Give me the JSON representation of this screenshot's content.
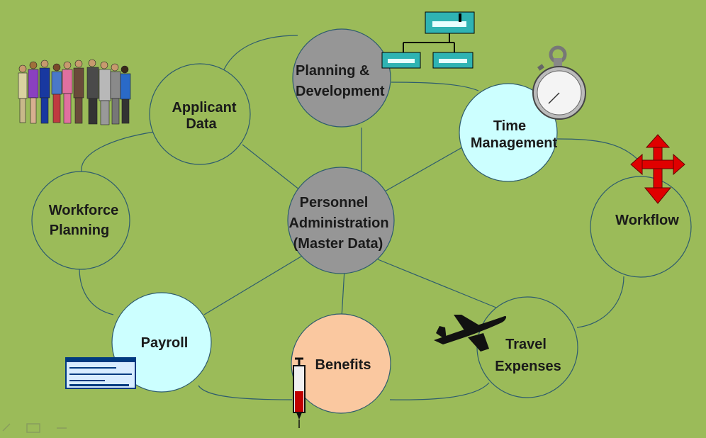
{
  "diagram": {
    "background": "#9bbb59",
    "line_color": "#2e5c6e",
    "nodes": [
      {
        "id": "planning",
        "lines": [
          "Planning &",
          "Development"
        ],
        "fill": "#969696"
      },
      {
        "id": "applicant",
        "lines": [
          "Applicant",
          "Data"
        ],
        "fill": "#9bbb59"
      },
      {
        "id": "time",
        "lines": [
          "Time",
          "Management"
        ],
        "fill": "#ccffff"
      },
      {
        "id": "workforce",
        "lines": [
          "Workforce",
          "Planning"
        ],
        "fill": "#9bbb59"
      },
      {
        "id": "workflow",
        "lines": [
          "Workflow"
        ],
        "fill": "#9bbb59"
      },
      {
        "id": "personnel",
        "lines": [
          "Personnel",
          "Administration",
          "(Master Data)"
        ],
        "fill": "#969696"
      },
      {
        "id": "payroll",
        "lines": [
          "Payroll"
        ],
        "fill": "#ccffff"
      },
      {
        "id": "benefits",
        "lines": [
          "Benefits"
        ],
        "fill": "#fac8a0"
      },
      {
        "id": "travel",
        "lines": [
          "Travel",
          "Expenses"
        ],
        "fill": "#9bbb59"
      }
    ],
    "icons": [
      "people-group-icon",
      "org-chart-icon",
      "stopwatch-icon",
      "workflow-arrows-icon",
      "airplane-icon",
      "check-icon",
      "syringe-icon"
    ]
  }
}
